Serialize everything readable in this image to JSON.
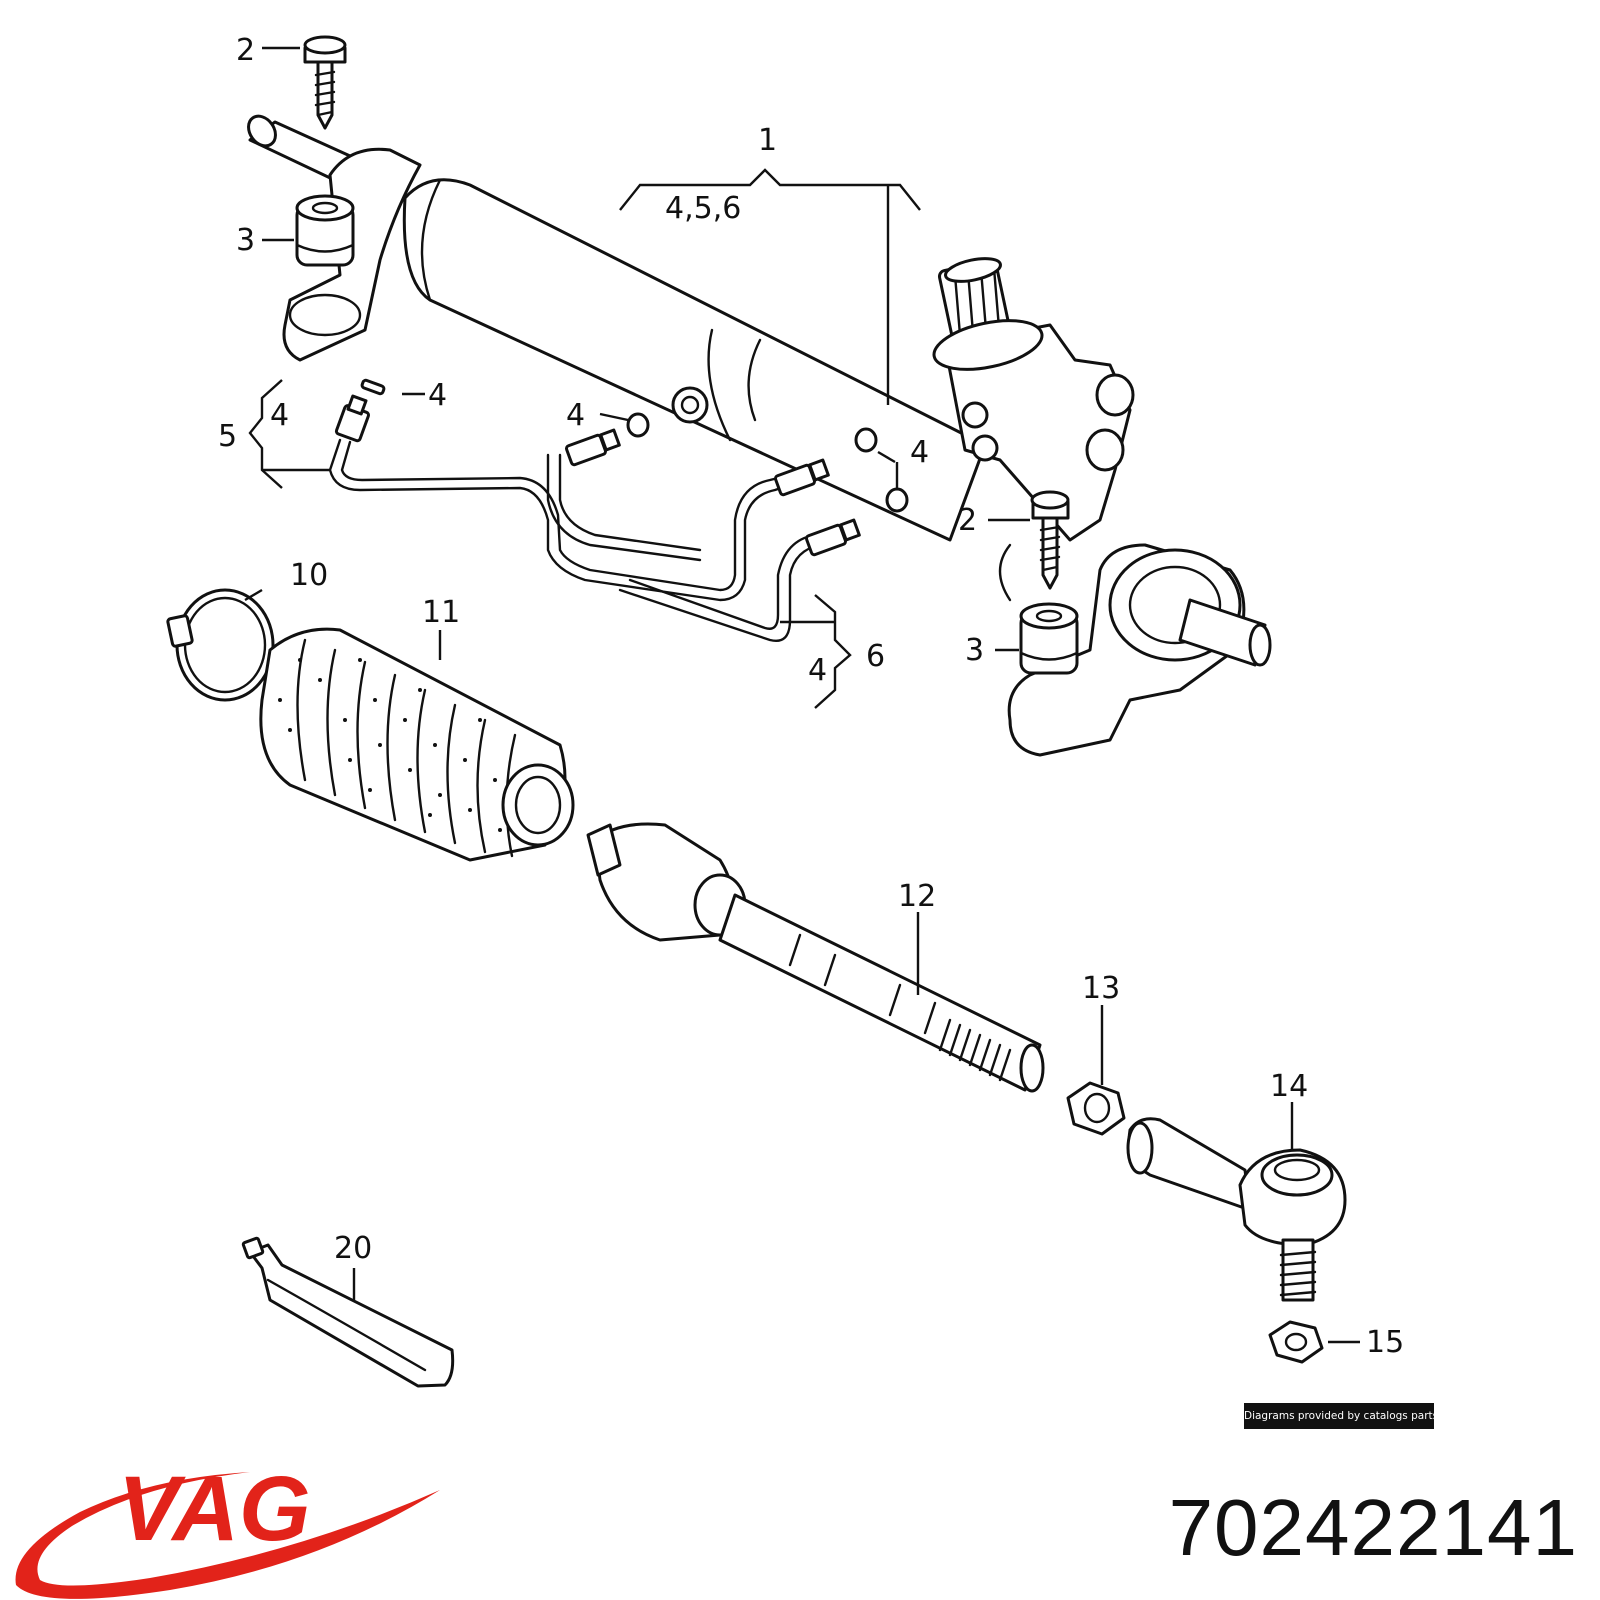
{
  "diagram": {
    "callouts": [
      {
        "id": "c2a",
        "text": "2"
      },
      {
        "id": "c3a",
        "text": "3"
      },
      {
        "id": "c1",
        "text": "1"
      },
      {
        "id": "c456",
        "text": "4,5,6"
      },
      {
        "id": "c4a",
        "text": "4"
      },
      {
        "id": "c4b",
        "text": "4"
      },
      {
        "id": "c5",
        "text": "5"
      },
      {
        "id": "c4c",
        "text": "4"
      },
      {
        "id": "c4d",
        "text": "4"
      },
      {
        "id": "c2b",
        "text": "2"
      },
      {
        "id": "c3b",
        "text": "3"
      },
      {
        "id": "c10",
        "text": "10"
      },
      {
        "id": "c11",
        "text": "11"
      },
      {
        "id": "c6",
        "text": "6"
      },
      {
        "id": "c4e",
        "text": "4"
      },
      {
        "id": "c12",
        "text": "12"
      },
      {
        "id": "c13",
        "text": "13"
      },
      {
        "id": "c14",
        "text": "14"
      },
      {
        "id": "c15",
        "text": "15"
      },
      {
        "id": "c20",
        "text": "20"
      }
    ],
    "credit": "Diagrams provided by catalogs parts"
  },
  "brand": {
    "name": "VAG",
    "color": "#e2231a"
  },
  "part_number": "702422141"
}
